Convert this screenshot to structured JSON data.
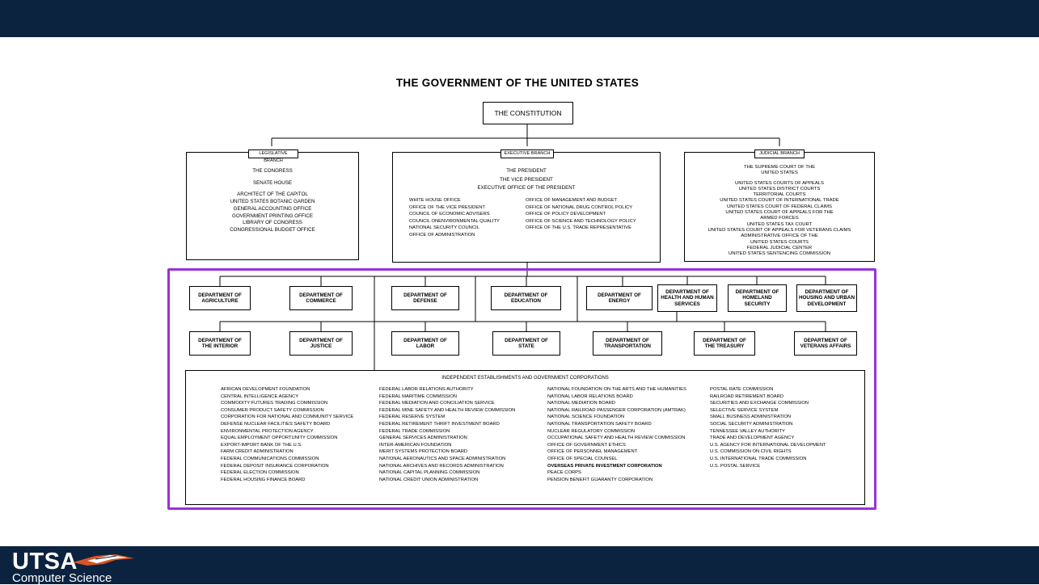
{
  "slide": {
    "title": "THE GOVERNMENT OF THE UNITED STATES",
    "constitution": "THE CONSTITUTION",
    "logo": {
      "brand": "UTSA",
      "department": "Computer Science"
    }
  },
  "branches": {
    "legislative": {
      "label": "LEGISLATIVE BRANCH",
      "lines": [
        "THE CONGRESS",
        "SENATE  HOUSE"
      ],
      "offices": [
        "ARCHITECT OF THE CAPITOL",
        "UNITED STATES BOTANIC GARDEN",
        "GENERAL ACCOUNTING OFFICE",
        "GOVERNMENT PRINTING OFFICE",
        "LIBRARY OF CONGRESS",
        "CONGRESSIONAL BUDGET OFFICE"
      ]
    },
    "executive": {
      "label": "EXECUTIVE BRANCH",
      "lines": [
        "THE PRESIDENT",
        "THE VICE PRESIDENT",
        "EXECUTIVE OFFICE OF THE PRESIDENT"
      ],
      "offices_left": [
        "WHITE HOUSE OFFICE",
        "OFFICE OF THE VICE PRESIDENT",
        "COUNCIL OF ECONOMIC ADVISERS",
        "COUNCIL ONENVIRONMENTAL QUALITY",
        "NATIONAL SECURITY COUNCIL",
        "OFFICE OF ADMINISTRATION"
      ],
      "offices_right": [
        "OFFICE OF MANAGEMENT AND BUDGET",
        "OFFICE OF NATIONAL DRUG CONTROL POLICY",
        "OFFICE OF POLICY DEVELOPMENT",
        "OFFICE OF SCIENCE AND TECHNOLOGY POLICY",
        "OFFICE OF THE U.S. TRADE REPRESENTATIVE"
      ]
    },
    "judicial": {
      "label": "JUDICIAL BRANCH",
      "lines": [
        "THE SUPREME COURT OF THE",
        "UNITED STATES"
      ],
      "courts": [
        "UNITED STATES COURTS OF APPEALS",
        "UNITED STATES DISTRICT COURTS",
        "TERRITORIAL COURTS",
        "UNITED STATES COURT OF INTERNATIONAL TRADE",
        "UNITED STATES COURT OF FEDERAL CLAIMS",
        "UNITED STATES COURT OF APPEALS FOR THE",
        "ARMED FORCES",
        "UNITED STATES TAX COURT",
        "UNITED STATES COURT OF APPEALS FOR VETERANS CLAIMS",
        "ADMINISTRATIVE OFFICE OF THE",
        "UNITED STATES COURTS",
        "FEDERAL JUDICIAL CENTER",
        "UNITED STATES SENTENCING COMMISSION"
      ]
    }
  },
  "departments_row1": [
    [
      "DEPARTMENT OF",
      "AGRICULTURE"
    ],
    [
      "DEPARTMENT OF",
      "COMMERCE"
    ],
    [
      "DEPARTMENT OF",
      "DEFENSE"
    ],
    [
      "DEPARTMENT OF",
      "EDUCATION"
    ],
    [
      "DEPARTMENT OF",
      "ENERGY"
    ],
    [
      "DEPARTMENT OF",
      "HEALTH AND HUMAN",
      "SERVICES"
    ],
    [
      "DEPARTMENT OF",
      "HOMELAND",
      "SECURITY"
    ],
    [
      "DEPARTMENT OF",
      "HOUSING AND URBAN",
      "DEVELOPMENT"
    ]
  ],
  "departments_row2": [
    [
      "DEPARTMENT OF",
      "THE INTERIOR"
    ],
    [
      "DEPARTMENT OF",
      "JUSTICE"
    ],
    [
      "DEPARTMENT OF",
      "LABOR"
    ],
    [
      "DEPARTMENT OF",
      "STATE"
    ],
    [
      "DEPARTMENT OF",
      "TRANSPORTATION"
    ],
    [
      "DEPARTMENT OF",
      "THE TREASURY"
    ],
    [
      "DEPARTMENT OF",
      "VETERANS AFFAIRS"
    ]
  ],
  "independent": {
    "heading": "INDEPENDENT ESTABLISHMENTS AND GOVERNMENT CORPORATIONS",
    "col1": [
      "AFRICAN DEVELOPMENT FOUNDATION",
      "CENTRAL INTELLIGENCE AGENCY",
      "COMMODITY FUTURES TRADING COMMISSION",
      "CONSUMER PRODUCT SAFETY COMMISSION",
      "CORPORATION FOR NATIONAL AND COMMUNITY SERVICE",
      "DEFENSE NUCLEAR FACILITIES SAFETY BOARD",
      "ENVIRONMENTAL PROTECTION AGENCY",
      "EQUAL EMPLOYMENT OPPORTUNITY COMMISSION",
      "EXPORT-IMPORT BANK OF THE U.S.",
      "FARM CREDIT ADMINISTRATION",
      "FEDERAL COMMUNICATIONS COMMISSION",
      "FEDERAL DEPOSIT INSURANCE CORPORATION",
      "FEDERAL ELECTION COMMISSION",
      "FEDERAL HOUSING FINANCE BOARD"
    ],
    "col2": [
      "FEDERAL LABOR RELATIONS AUTHORITY",
      "FEDERAL MARITIME COMMISSION",
      "FEDERAL MEDIATION AND CONCILIATION SERVICE",
      "FEDERAL MINE SAFETY AND HEALTH REVIEW COMMISSION",
      "FEDERAL RESERVE SYSTEM",
      "FEDERAL RETIREMENT THRIFT INVESTMENT BOARD",
      "FEDERAL TRADE COMMISSION",
      "GENERAL SERVICES ADMINISTRATION",
      "INTER-AMERICAN FOUNDATION",
      "MERIT SYSTEMS PROTECTION BOARD",
      "NATIONAL AERONAUTICS AND SPACE ADMINISTRATION",
      "NATIONAL ARCHIVES AND RECORDS ADMINISTRATION",
      "NATIONAL CAPITAL PLANNING COMMISSION",
      "NATIONAL CREDIT UNION ADMINISTRATION"
    ],
    "col3": [
      "NATIONAL FOUNDATION ON THE ARTS AND THE HUMANITIES",
      "NATIONAL LABOR RELATIONS BOARD",
      "NATIONAL MEDIATION BOARD",
      "NATIONAL RAILROAD PASSENGER CORPORATION (AMTRAK)",
      "NATIONAL SCIENCE FOUNDATION",
      "NATIONAL TRANSPORTATION SAFETY BOARD",
      "NUCLEAR REGULATORY COMMISSION",
      "OCCUPATIONAL SAFETY AND HEALTH REVIEW COMMISSION",
      "OFFICE OF GOVERNMENT ETHICS",
      "OFFICE OF PERSONNEL MANAGEMENT",
      "OFFICE OF SPECIAL COUNSEL",
      "OVERSEAS PRIVATE INVESTMENT CORPORATION",
      "PEACE CORPS",
      "PENSION BENEFIT GUARANTY CORPORATION"
    ],
    "col4": [
      "POSTAL RATE COMMISSION",
      "RAILROAD RETIREMENT BOARD",
      "SECURITIES AND EXCHANGE COMMISSION",
      "SELECTIVE SERVICE SYSTEM",
      "SMALL BUSINESS ADMINISTRATION",
      "SOCIAL SECURITY ADMINISTRATION",
      "TENNESSEE VALLEY AUTHORITY",
      "TRADE AND DEVELOPMENT AGENCY",
      "U.S. AGENCY FOR INTERNATIONAL DEVELOPMENT",
      "U.S. COMMISSION ON CIVIL RIGHTS",
      "U.S. INTERNATIONAL TRADE COMMISSION",
      "U.S. POSTAL SERVICE"
    ]
  },
  "colors": {
    "navy": "#0c2340",
    "highlight": "#9b30d9"
  }
}
